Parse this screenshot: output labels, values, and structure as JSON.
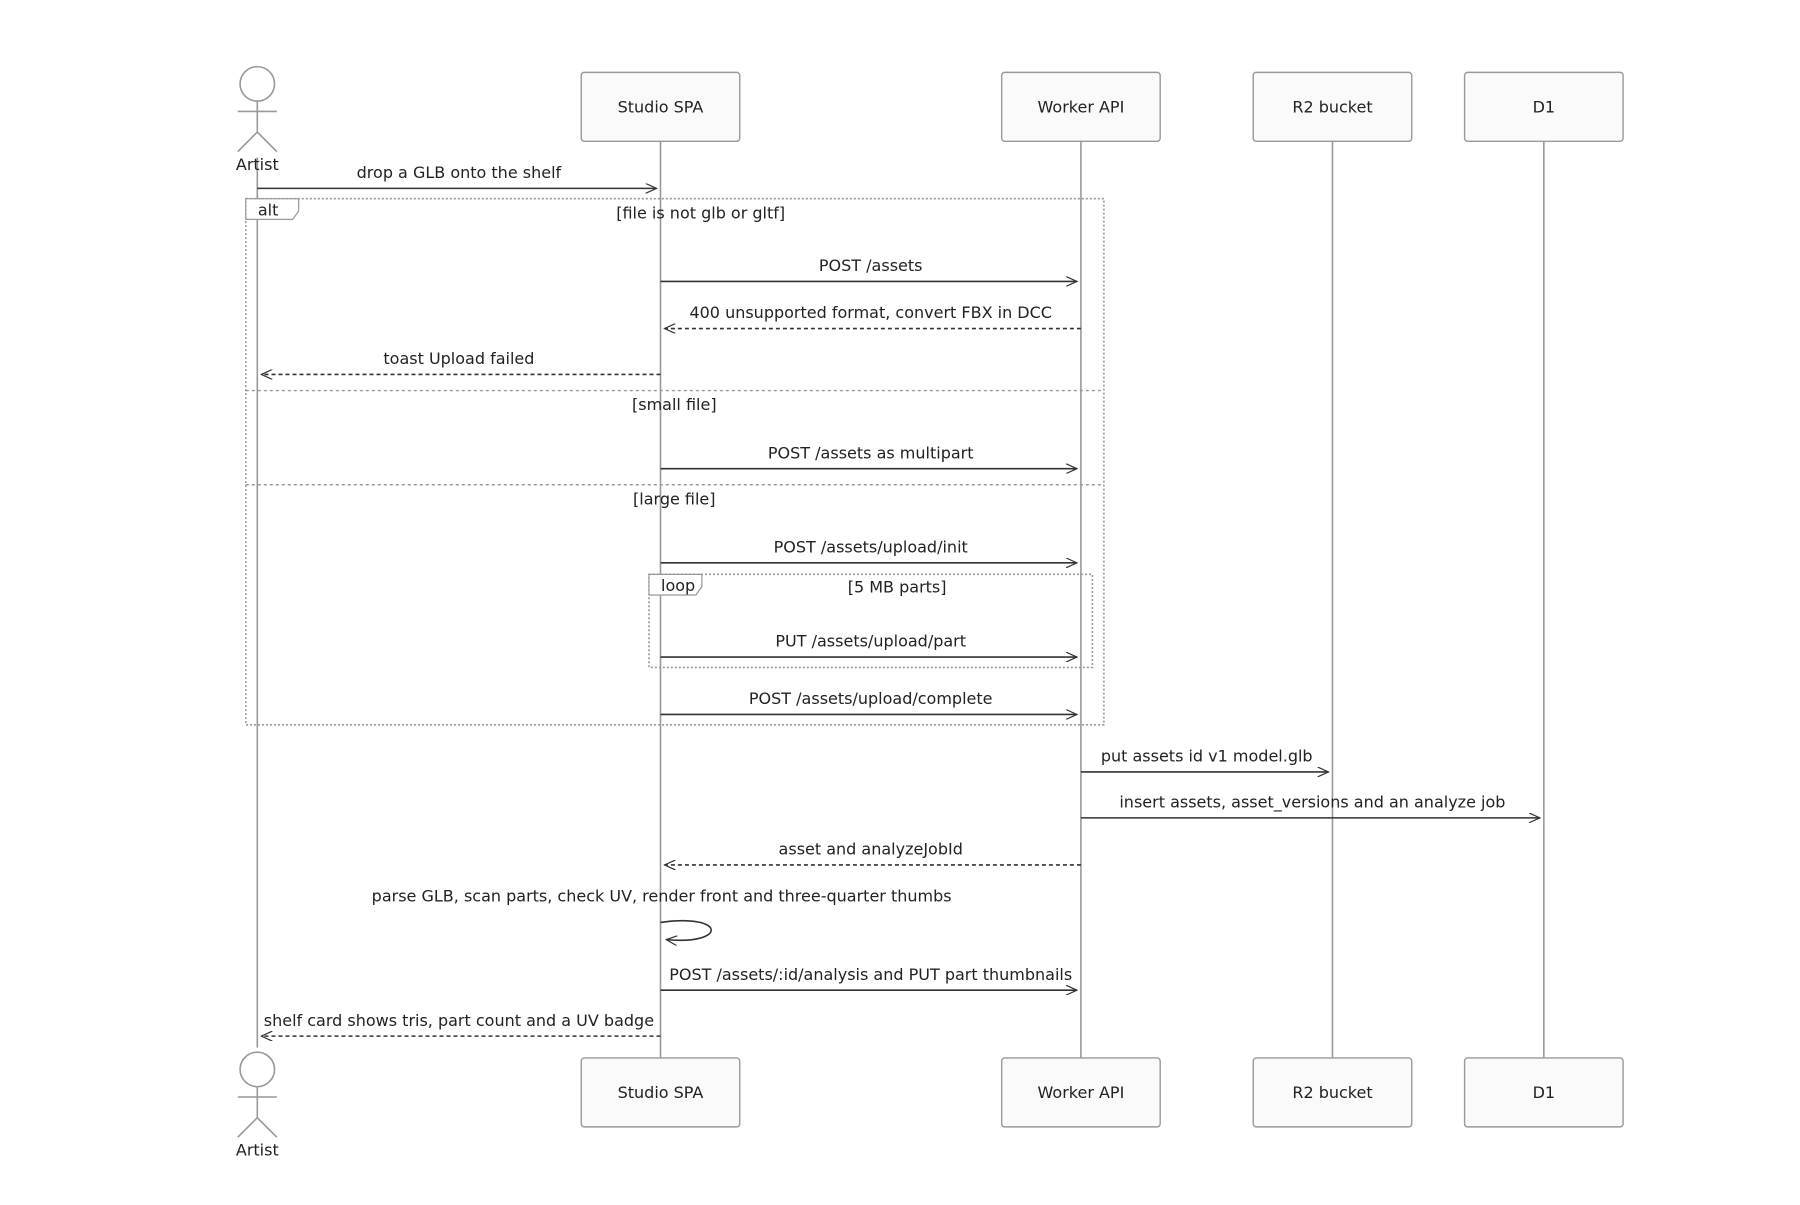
{
  "participants": [
    {
      "id": "artist",
      "label": "Artist",
      "kind": "actor"
    },
    {
      "id": "spa",
      "label": "Studio SPA",
      "kind": "box"
    },
    {
      "id": "worker",
      "label": "Worker API",
      "kind": "box"
    },
    {
      "id": "r2",
      "label": "R2 bucket",
      "kind": "box"
    },
    {
      "id": "d1",
      "label": "D1",
      "kind": "box"
    }
  ],
  "messages": [
    {
      "from": "artist",
      "to": "spa",
      "text": "drop a GLB onto the shelf",
      "style": "solid"
    },
    {
      "from": "spa",
      "to": "worker",
      "text": "POST /assets",
      "style": "solid"
    },
    {
      "from": "worker",
      "to": "spa",
      "text": "400 unsupported format, convert FBX in DCC",
      "style": "dashed"
    },
    {
      "from": "spa",
      "to": "artist",
      "text": "toast Upload failed",
      "style": "dashed"
    },
    {
      "from": "spa",
      "to": "worker",
      "text": "POST /assets as multipart",
      "style": "solid"
    },
    {
      "from": "spa",
      "to": "worker",
      "text": "POST /assets/upload/init",
      "style": "solid"
    },
    {
      "from": "spa",
      "to": "worker",
      "text": "PUT /assets/upload/part",
      "style": "solid"
    },
    {
      "from": "spa",
      "to": "worker",
      "text": "POST /assets/upload/complete",
      "style": "solid"
    },
    {
      "from": "worker",
      "to": "r2",
      "text": "put assets id v1 model.glb",
      "style": "solid"
    },
    {
      "from": "worker",
      "to": "d1",
      "text": "insert assets, asset_versions and an analyze job",
      "style": "solid"
    },
    {
      "from": "worker",
      "to": "spa",
      "text": "asset and analyzeJobId",
      "style": "dashed"
    },
    {
      "from": "spa",
      "to": "spa",
      "text": "parse GLB, scan parts, check UV, render front and three-quarter thumbs",
      "style": "self"
    },
    {
      "from": "spa",
      "to": "worker",
      "text": "POST /assets/:id/analysis and PUT part thumbnails",
      "style": "solid"
    },
    {
      "from": "spa",
      "to": "artist",
      "text": "shelf card shows tris, part count and a UV badge",
      "style": "dashed"
    }
  ],
  "frames": [
    {
      "kind": "alt",
      "label": "alt",
      "sections": [
        "[file is not glb or gltf]",
        "[small file]",
        "[large file]"
      ]
    },
    {
      "kind": "loop",
      "label": "loop",
      "sections": [
        "[5 MB parts]"
      ]
    }
  ],
  "colors": {
    "line": "#333333",
    "lifeline": "#999999",
    "box_fill": "#fafafa",
    "box_stroke": "#999999",
    "frame_stroke": "#999999",
    "text": "#222222"
  }
}
